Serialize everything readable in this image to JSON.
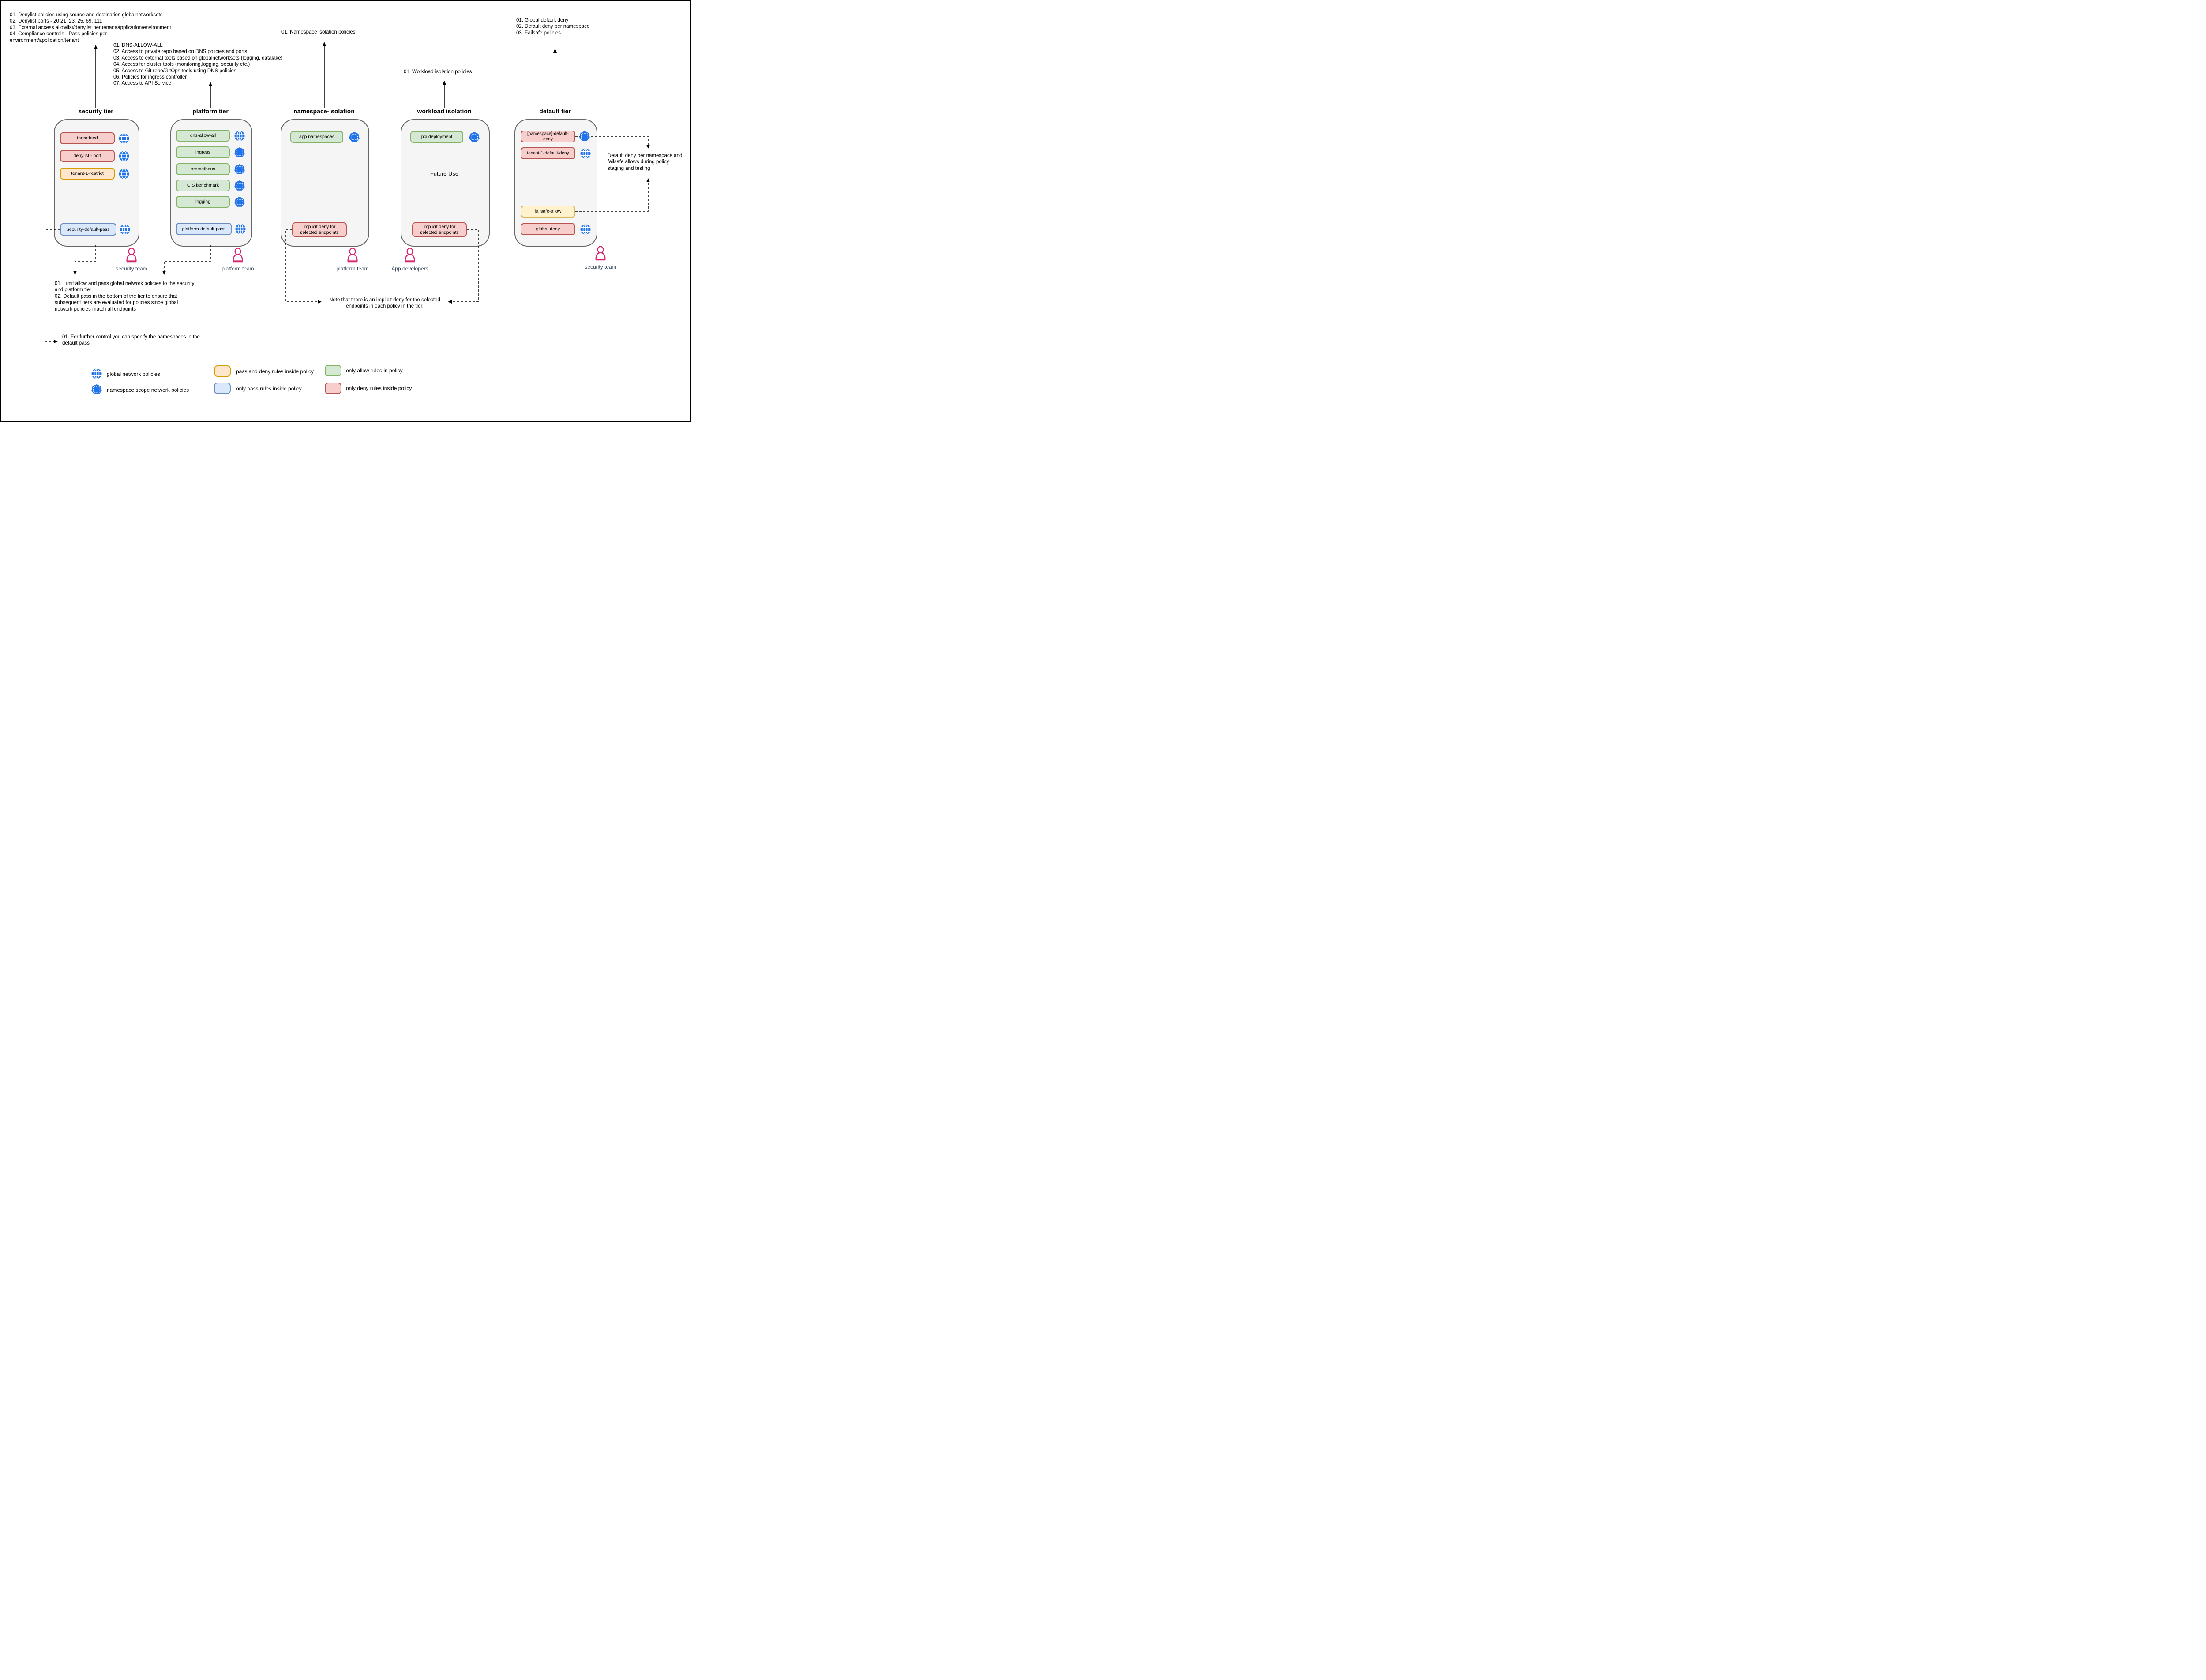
{
  "notes": {
    "security_tier_note": "01. Denylist policies using source and destination globalnetworksets\n02. Denylist ports - 20:21, 23, 25, 69, 111\n03. External access allowlist/denylist per tenant/application/environment\n04. Compliance controls - Pass policies per\nenvironment/application/tenant",
    "platform_tier_note": "01. DNS-ALLOW-ALL\n02. Access to private repo based on DNS policies and ports\n03. Access to external tools based on globalnetworksets (logging, datalake)\n04. Access for cluster tools (monitoring,logging, security etc.)\n05. Access to Git repo/GitOps tools using DNS policies\n06. Policies for ingress controller\n07. Access to API Service",
    "namespace_note": "01. Namespace isolation policies",
    "workload_note": "01. Workload isolation policies",
    "default_tier_note": "01. Global default deny\n02. Default deny per namespace\n03. Failsafe policies",
    "limit_note": "01. Limit allow and pass global network policies to the security\nand platform tier\n02. Default pass in the bottom of the tier to ensure that\nsubsequent tiers are evaluated for policies since global\nnetwork policies match all endpoints",
    "further_control_note": "01. For further control you can specify the namespaces in the\ndefault pass",
    "implicit_deny_note": "Note that there is an implicit deny for the selected\nendpoints in each policy in the tier.",
    "staging_note": "Default deny per namespace and\nfailsafe allows during policy\nstaging and testing"
  },
  "tiers": [
    {
      "title": "security tier",
      "policies": [
        {
          "label": "threatfeed",
          "rule_type": "only deny",
          "scope": "global"
        },
        {
          "label": "denylist - port",
          "rule_type": "only deny",
          "scope": "global"
        },
        {
          "label": "tenant-1-restrict",
          "rule_type": "pass and deny",
          "scope": "global"
        },
        {
          "label": "security-default-pass",
          "rule_type": "only pass",
          "scope": "global"
        }
      ]
    },
    {
      "title": "platform tier",
      "policies": [
        {
          "label": "dns-allow-all",
          "rule_type": "only allow",
          "scope": "global"
        },
        {
          "label": "ingress",
          "rule_type": "only allow",
          "scope": "namespace"
        },
        {
          "label": "prometheus",
          "rule_type": "only allow",
          "scope": "namespace"
        },
        {
          "label": "CIS benchmark",
          "rule_type": "only allow",
          "scope": "namespace"
        },
        {
          "label": "logging",
          "rule_type": "only allow",
          "scope": "namespace"
        },
        {
          "label": "platform-default-pass",
          "rule_type": "only pass",
          "scope": "global"
        }
      ]
    },
    {
      "title": "namespace-isolation",
      "policies": [
        {
          "label": "app namespaces",
          "rule_type": "only allow",
          "scope": "namespace"
        },
        {
          "label": "implicit deny for selected endpoints",
          "rule_type": "only deny",
          "scope": ""
        }
      ]
    },
    {
      "title": "workload isolation",
      "center_text": "Future Use",
      "policies": [
        {
          "label": "pci deployment",
          "rule_type": "only allow",
          "scope": "namespace"
        },
        {
          "label": "implicit deny for selected endpoints",
          "rule_type": "only deny",
          "scope": ""
        }
      ]
    },
    {
      "title": "default tier",
      "policies": [
        {
          "label": "[namespace]-default-deny",
          "rule_type": "only deny",
          "scope": "namespace"
        },
        {
          "label": "tenant-1-default-deny",
          "rule_type": "only deny",
          "scope": "global"
        },
        {
          "label": "failsafe-allow",
          "rule_type": "pass and deny",
          "scope": ""
        },
        {
          "label": "global-deny",
          "rule_type": "only deny",
          "scope": "global"
        }
      ]
    }
  ],
  "teams": [
    {
      "label": "security team"
    },
    {
      "label": "platform team"
    },
    {
      "label": "platform team"
    },
    {
      "label": "App developers"
    },
    {
      "label": "security team"
    }
  ],
  "legend": {
    "global_label": "global network policies",
    "namespace_label": "namespace scope network policies",
    "orange_label": "pass and deny rules inside policy",
    "blue_label": "only pass rules inside policy",
    "green_label": "only allow rules in policy",
    "red_label": "only deny rules inside policy"
  },
  "colors": {
    "deny_fill": "#f8cecc",
    "deny_border": "#b85450",
    "allow_fill": "#d5e8d4",
    "allow_border": "#82b366",
    "pass_fill": "#dae8fc",
    "pass_border": "#6c8ebf",
    "pass_deny_fill": "#ffe6cc",
    "pass_deny_border": "#d79b00",
    "failsafe_fill": "#fff2cc",
    "failsafe_border": "#d6b656",
    "tier_fill": "#f5f5f5",
    "tier_border": "#666666",
    "icon_blue": "#2173ea",
    "person_pink": "#d6246e"
  }
}
